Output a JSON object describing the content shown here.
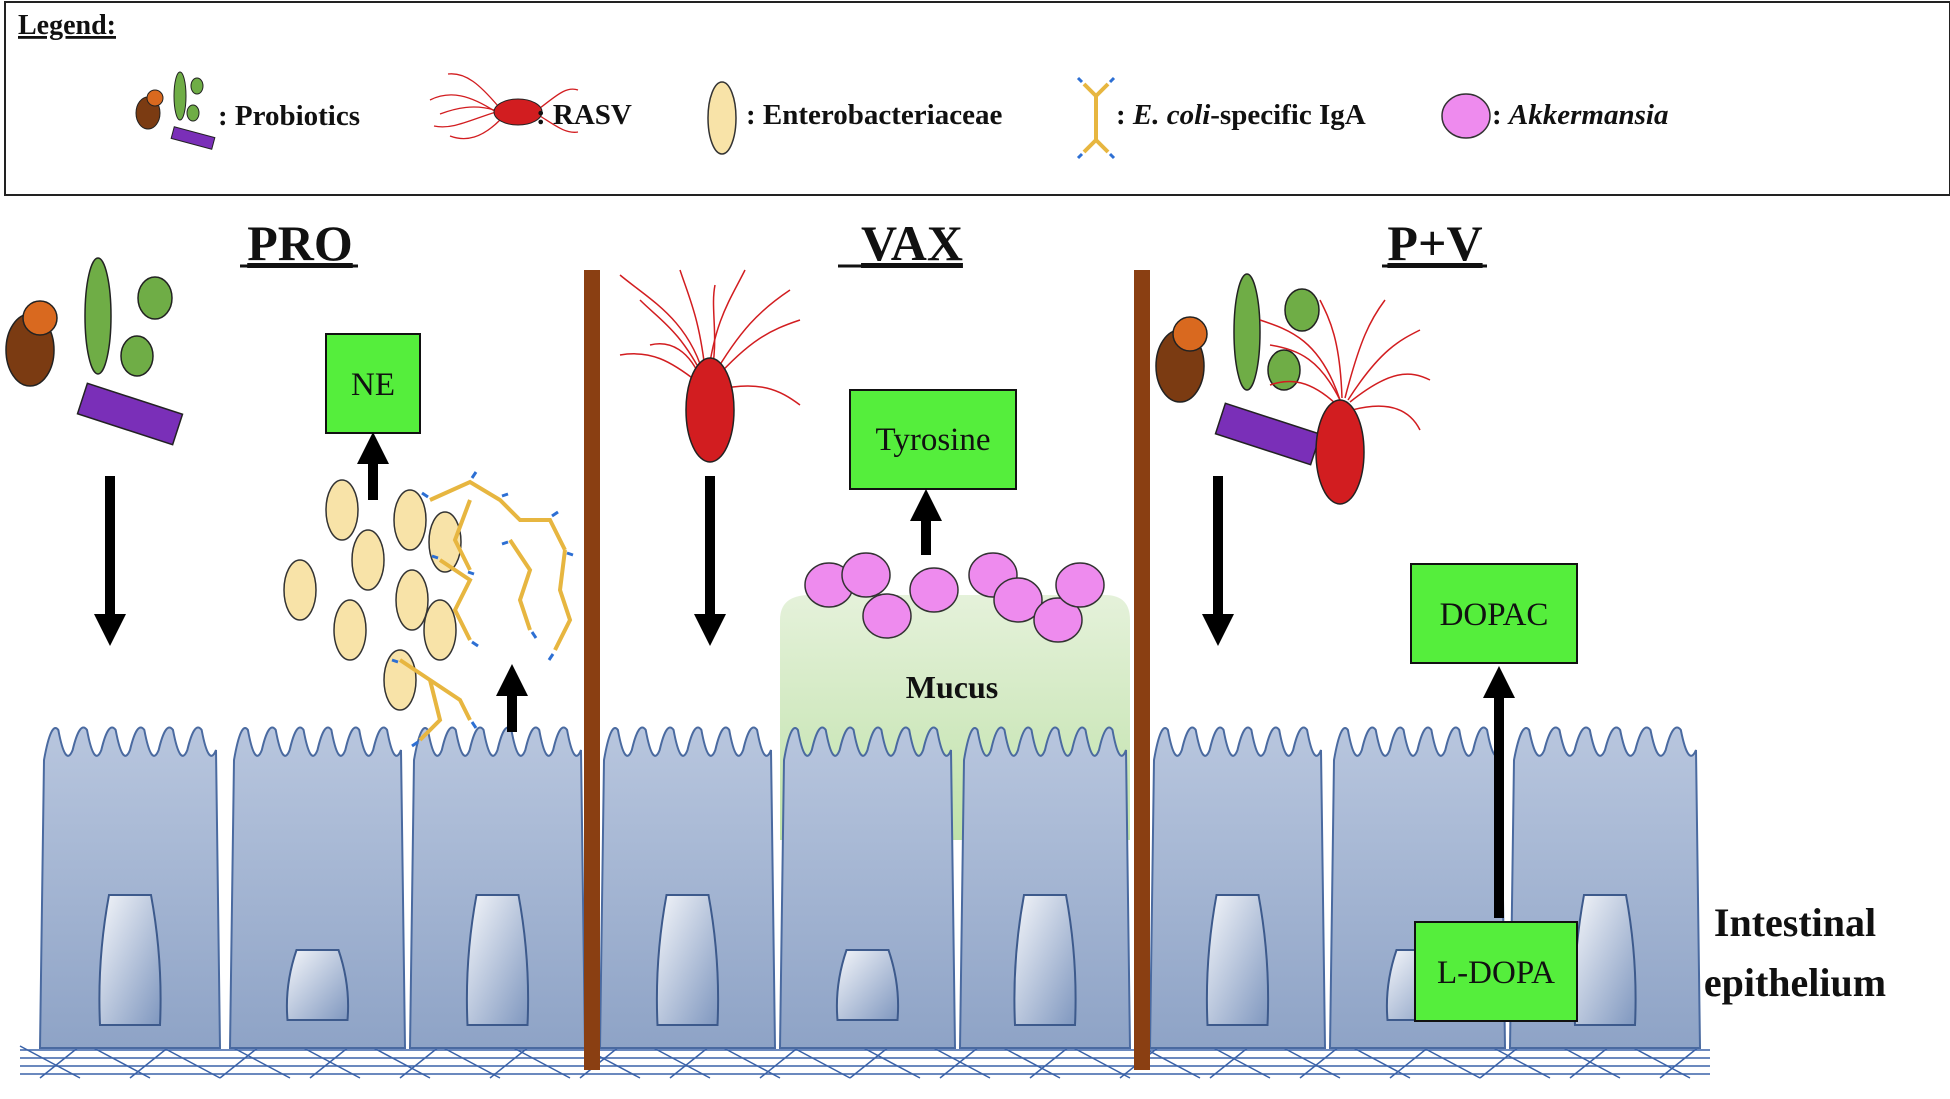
{
  "legend": {
    "title": "Legend:",
    "items": {
      "probiotics": ": Probiotics",
      "rasv": ": RASV",
      "enterobacteriaceae": ": Enterobacteriaceae",
      "iga_prefix": ": ",
      "iga_italic": "E. coli",
      "iga_suffix": "-specific IgA",
      "akkermansia_prefix": ": ",
      "akkermansia_italic": "Akkermansia"
    }
  },
  "panels": {
    "pro": {
      "title": "PRO",
      "metabolite": "NE"
    },
    "vax": {
      "title": "VAX",
      "metabolite": "Tyrosine",
      "mucus_label": "Mucus"
    },
    "pv": {
      "title": "P+V",
      "metabolite_top": "DOPAC",
      "metabolite_bottom": "L-DOPA"
    }
  },
  "side_label": {
    "line1": "Intestinal",
    "line2": "epithelium"
  },
  "colors": {
    "cell_fill": "#a6b6d2",
    "cell_stroke": "#4a6aa0",
    "divider": "#8a3f12",
    "box_fill": "#55ee3c",
    "entero": "#f8e3a8",
    "akkermansia": "#ee8bee",
    "rasv": "#d21d20",
    "probiotic_green": "#6fad46",
    "probiotic_purple": "#7a2fb8",
    "probiotic_brown": "#7b3b12",
    "probiotic_orange": "#d9691f",
    "iga": "#e7b640",
    "mucus": "#c8e6b4"
  }
}
